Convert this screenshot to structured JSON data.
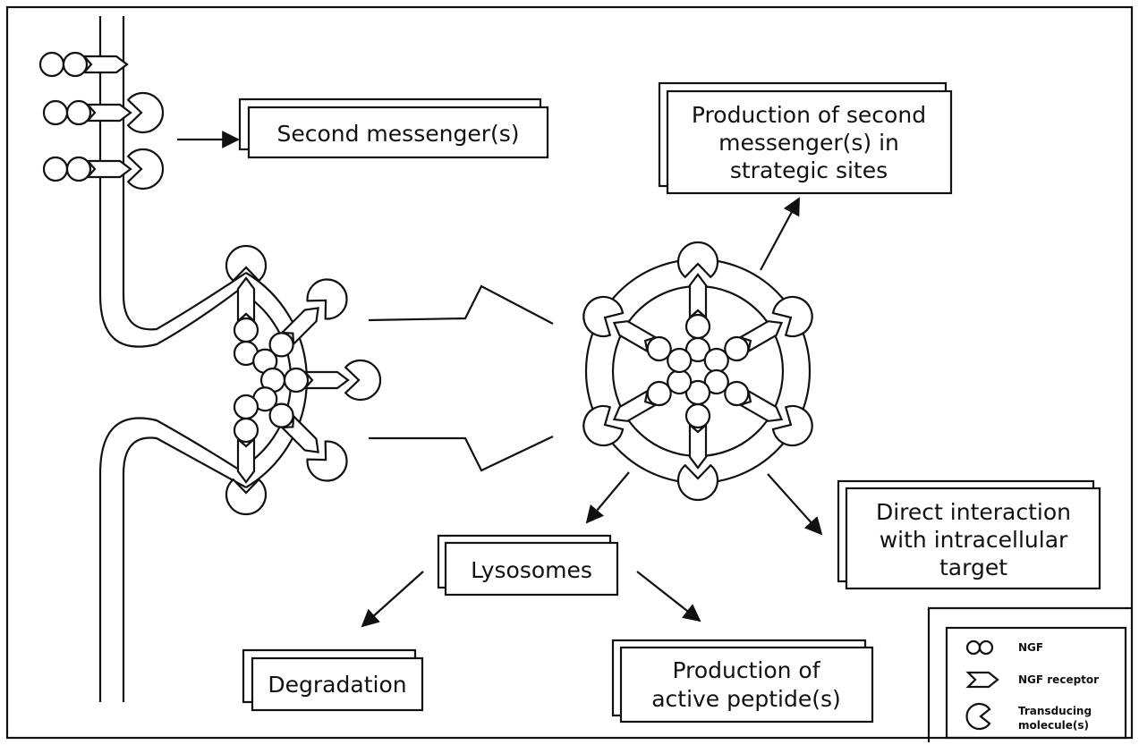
{
  "boxes": {
    "second_messengers": "Second messenger(s)",
    "production_sites": [
      "Production of second",
      "messenger(s) in",
      "strategic sites"
    ],
    "direct_interaction": [
      "Direct interaction",
      "with intracellular",
      "target"
    ],
    "lysosomes": "Lysosomes",
    "degradation": "Degradation",
    "active_peptides": [
      "Production of",
      "active peptide(s)"
    ]
  },
  "legend": {
    "ngf": "NGF",
    "ngf_receptor": "NGF receptor",
    "transducing": [
      "Transducing",
      "molecule(s)"
    ]
  },
  "colors": {
    "ink": "#111111",
    "background": "#ffffff"
  }
}
